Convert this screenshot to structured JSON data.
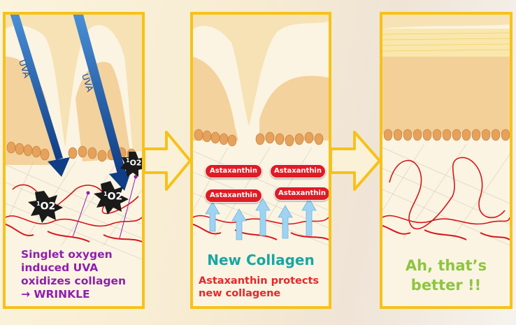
{
  "panel1": {
    "uva_labels": [
      "UVA",
      "UVA"
    ],
    "oxygen_symbol": "O2",
    "oxygen_superscript": "1",
    "caption_lines": [
      "Singlet oxygen",
      "induced UVA",
      "oxidizes collagen",
      "→ WRINKLE"
    ]
  },
  "panel2": {
    "pill_labels": [
      "Astaxanthin",
      "Astaxanthin",
      "Astaxanthin",
      "Astaxanthin"
    ],
    "title": "New Collagen",
    "caption_lines": [
      "Astaxanthin protects",
      "new collagene"
    ]
  },
  "panel3": {
    "caption_lines": [
      "Ah, that’s",
      "better !!"
    ]
  },
  "colors": {
    "frame": "#f6c21a",
    "panel1_text": "#8e1fae",
    "new_collagen": "#1aa6a2",
    "protect_text": "#e8262a",
    "better_text": "#8cc63e",
    "uva_arrow": "#1b4f9c",
    "astaxanthin_pill": "#e01b24"
  }
}
